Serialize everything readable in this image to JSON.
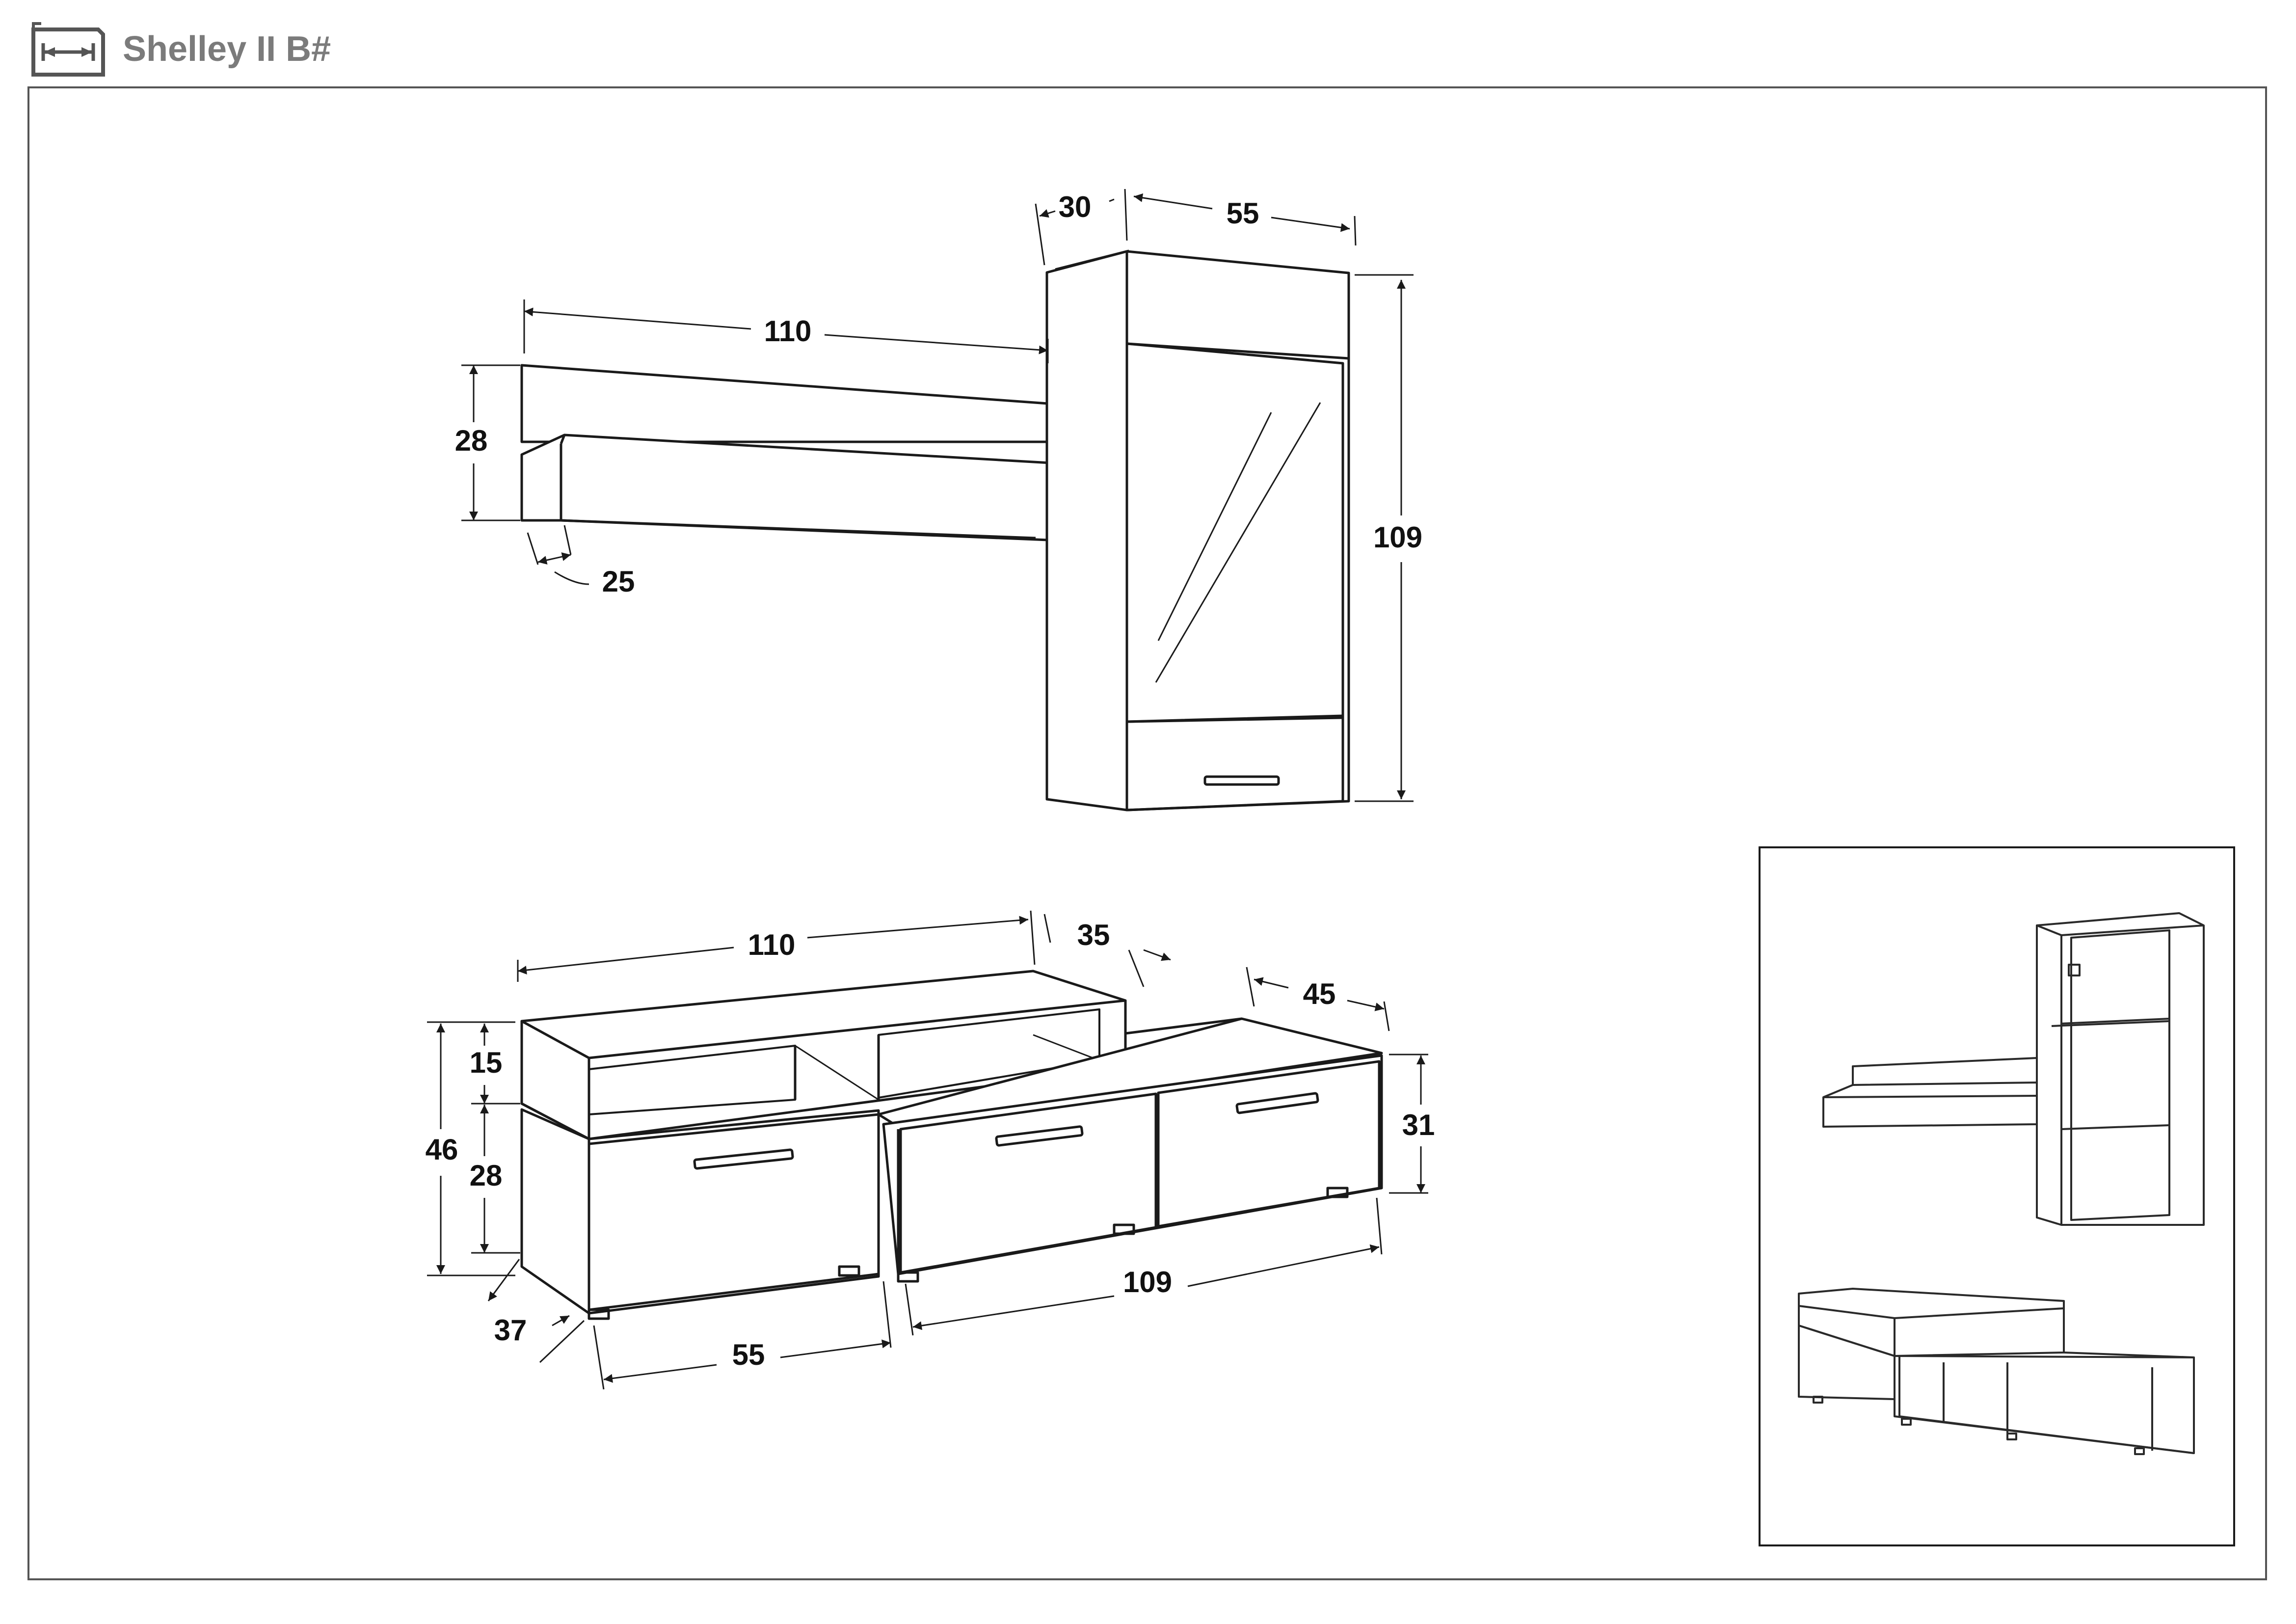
{
  "header": {
    "title": "Shelley II B#",
    "icon": "dimensions-icon"
  },
  "dimensions": {
    "upper_shelf_width": "110",
    "upper_shelf_height": "28",
    "upper_shelf_depth": "25",
    "wall_cabinet_depth": "30",
    "wall_cabinet_width": "55",
    "wall_cabinet_height": "109",
    "lower_top_width": "110",
    "lower_top_depth": "35",
    "lower_right_depth": "45",
    "lower_top_height": "15",
    "lower_total_height": "46",
    "lower_body_height": "28",
    "lower_right_height": "31",
    "lower_depth": "37",
    "lower_left_width": "55",
    "lower_right_width": "109"
  },
  "colors": {
    "line": "#1a1a1a",
    "title": "#7b7b7b",
    "frame": "#555555"
  }
}
